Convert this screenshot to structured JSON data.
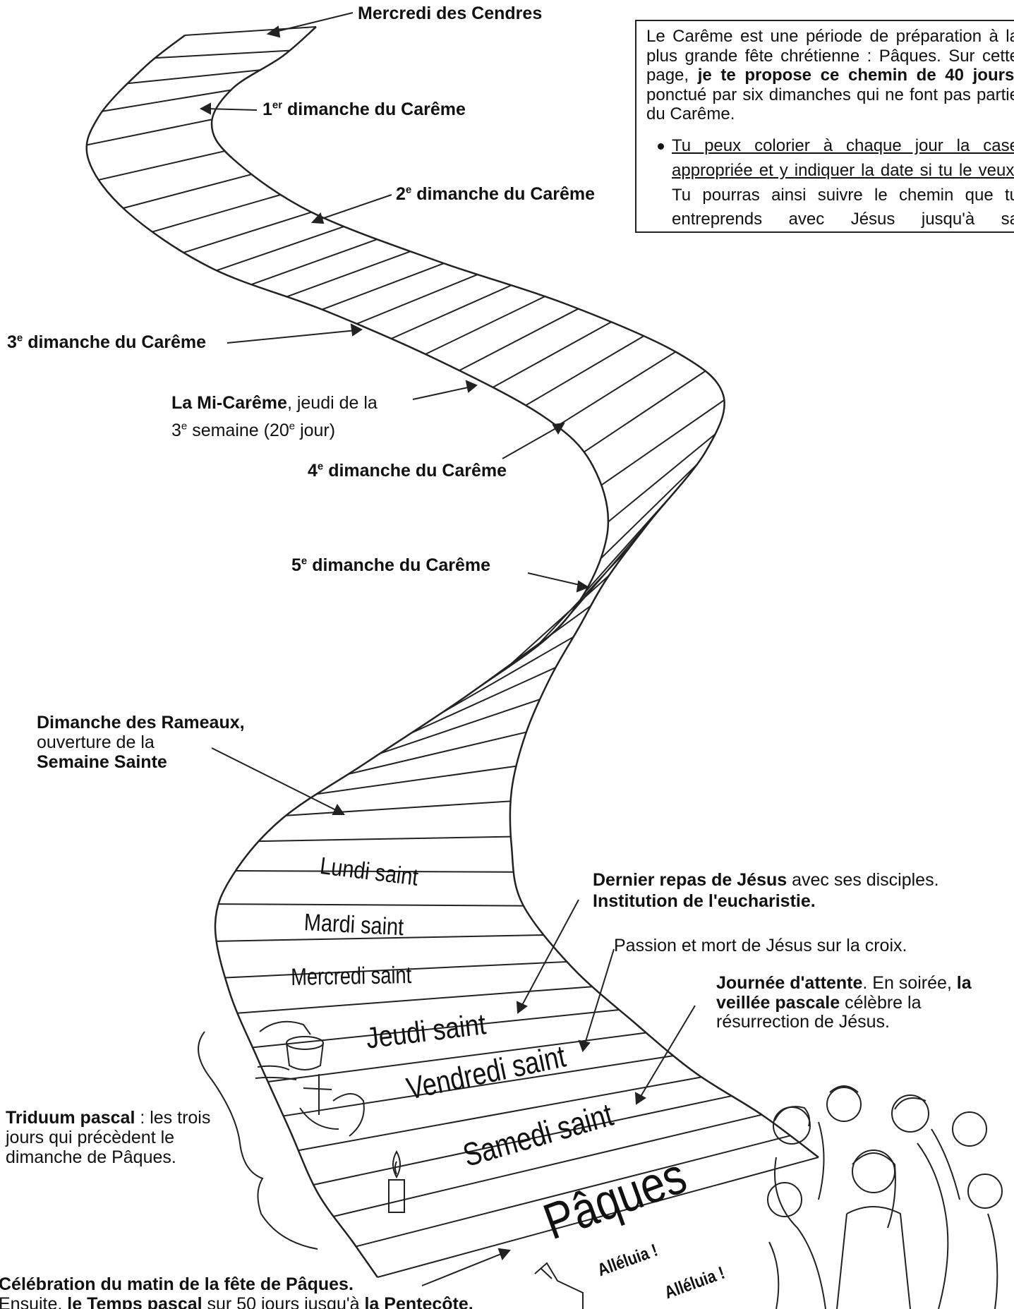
{
  "intro": {
    "part1": "Le Carême est une période de préparation à la plus grande fête chrétienne : Pâques. Sur cette page, ",
    "bold1": "je te propose ce chemin de 40 jours",
    "part2": ", ponctué par six dimanches qui ne font pas partie du Carême.",
    "tip_underlined": "Tu peux colorier à chaque jour la case appropriée et y indiquer la date si tu le veux",
    "tip_rest": ". Tu pourras ainsi suivre le chemin que tu entreprends avec Jésus jusqu'à sa résurrection. Bonne route !"
  },
  "labels": {
    "ash_wednesday": "Mercredi des Cendres",
    "sunday1_num": "1",
    "sunday1_sup": "er",
    "sunday1": " dimanche du Carême",
    "sunday2_num": "2",
    "sunday2_sup": "e",
    "sunday2": " dimanche du Carême",
    "sunday3_num": "3",
    "sunday3_sup": "e",
    "sunday3": " dimanche du Carême",
    "mid_lent_bold": "La Mi-Carême",
    "mid_lent_rest": ", jeudi de la",
    "mid_lent_line2_num": "3",
    "mid_lent_line2_sup": "e",
    "mid_lent_line2_a": " semaine (20",
    "mid_lent_line2_sup2": "e",
    "mid_lent_line2_b": " jour)",
    "sunday4_num": "4",
    "sunday4_sup": "e",
    "sunday4": " dimanche du Carême",
    "sunday5_num": "5",
    "sunday5_sup": "e",
    "sunday5": " dimanche du Carême",
    "palm_bold": "Dimanche des Rameaux,",
    "palm_line2": "ouverture de la",
    "palm_line3": "Semaine Sainte",
    "last_supper_bold": "Dernier repas de Jésus",
    "last_supper_rest": " avec ses disciples.",
    "eucharist": "Institution de l'eucharistie.",
    "passion": "Passion et mort de Jésus sur la croix.",
    "waiting_bold": "Journée d'attente",
    "waiting_rest": ". En soirée, ",
    "waiting_bold2": "la",
    "vigil_bold": "veillée pascale",
    "vigil_rest": " célèbre la",
    "resurrection": "résurrection de Jésus.",
    "triduum_bold": "Triduum pascal",
    "triduum_rest": " : les trois",
    "triduum_line2": "jours qui précèdent le",
    "triduum_line3": "dimanche de Pâques.",
    "easter_morning_bold": "Célébration du matin de la fête de Pâques.",
    "easter_after_a": "Ensuite, ",
    "easter_after_bold1": "le Temps pascal",
    "easter_after_b": " sur 50 jours jusqu'à ",
    "easter_after_bold2": "la Pentecôte."
  },
  "days": {
    "monday": "Lundi saint",
    "tuesday": "Mardi saint",
    "wednesday": "Mercredi saint",
    "thursday": "Jeudi saint",
    "friday": "Vendredi saint",
    "saturday": "Samedi saint",
    "easter": "Pâques",
    "alleluia1": "Alléluia !",
    "alleluia2": "Alléluia !"
  },
  "icons": {
    "thursday": "cup-and-bread-icon",
    "friday": "cross-icon",
    "saturday": "candle-icon",
    "easter": "risen-jesus-crowd-icon"
  }
}
